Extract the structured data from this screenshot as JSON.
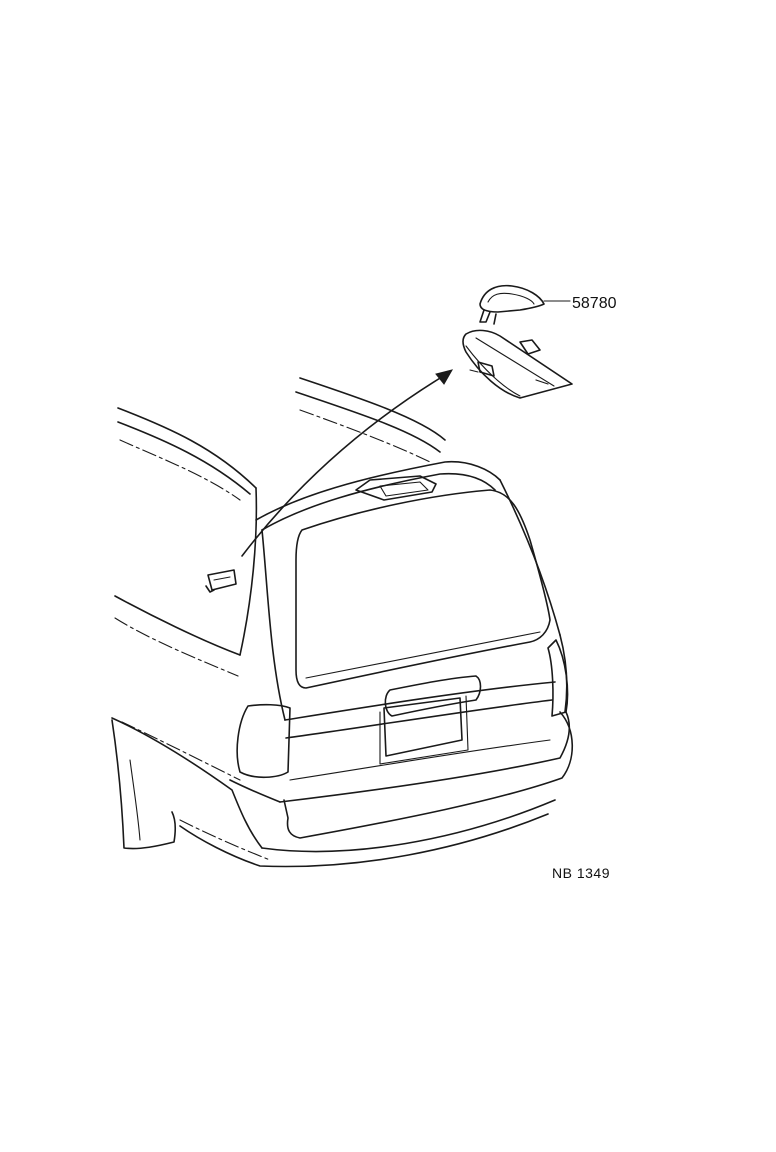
{
  "callouts": {
    "part_number": "58780"
  },
  "figure": {
    "code": "NB 1349"
  },
  "icons": {
    "vehicle": "rear-station-wagon-outline",
    "exploded_part": "rear-spoiler-lamp-cover",
    "pointer": "arrow"
  }
}
